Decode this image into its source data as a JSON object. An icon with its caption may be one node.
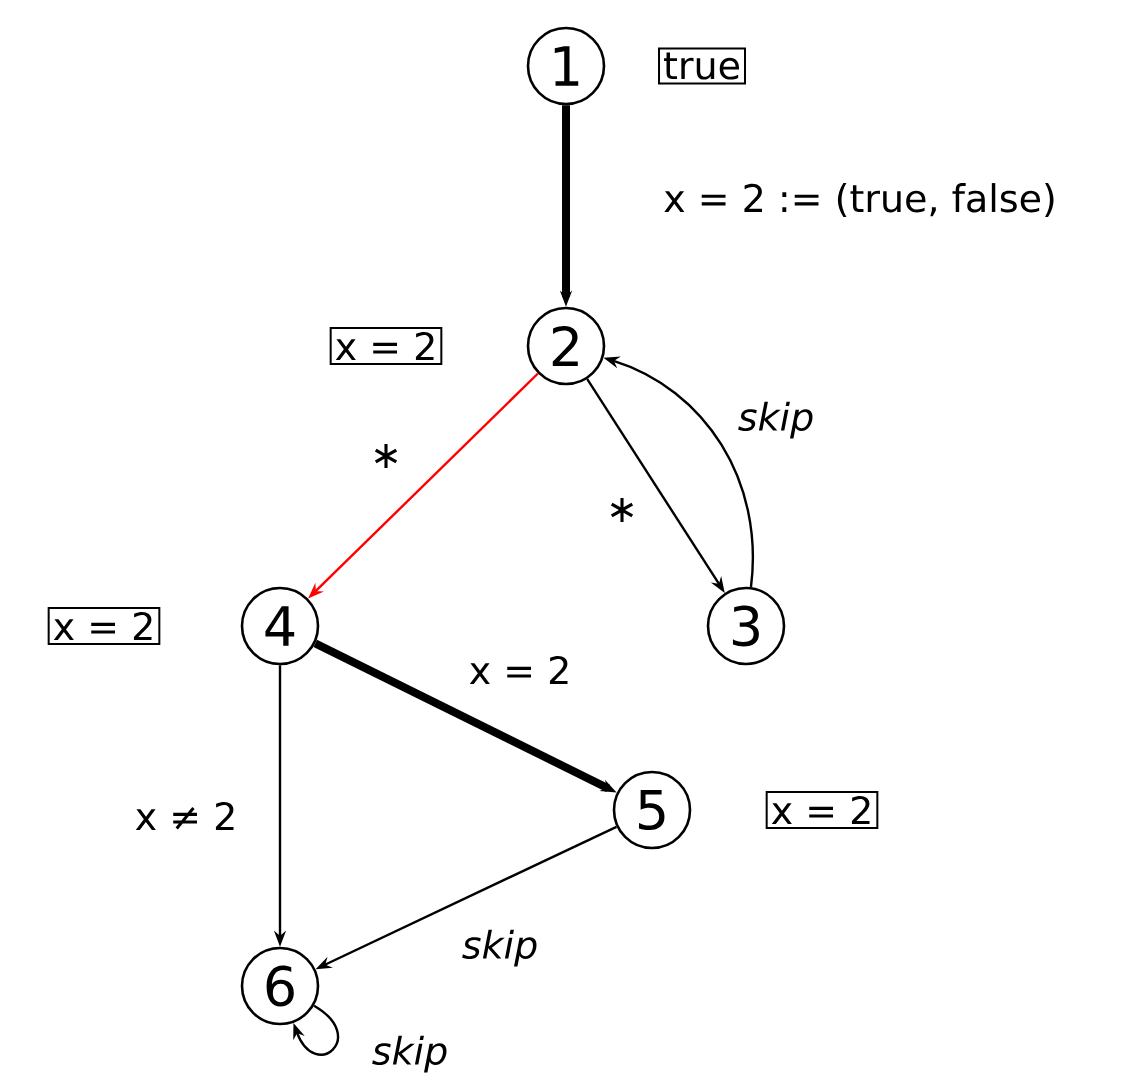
{
  "diagram": {
    "nodes": [
      {
        "text": [
          "1"
        ],
        "beside": [
          "true"
        ]
      },
      {
        "text": [
          "2"
        ],
        "beside": [
          "x = 2"
        ]
      },
      {
        "text": [
          "3"
        ]
      },
      {
        "text": [
          "4"
        ],
        "beside": [
          "x = 2"
        ]
      },
      {
        "text": [
          "5"
        ],
        "beside": [
          "x = 2"
        ]
      },
      {
        "text": [
          "6"
        ]
      }
    ],
    "edges": [
      {
        "from": 0,
        "to": 1,
        "arrow": "to",
        "label": "x = 2 := (true, false)",
        "style": "thick"
      },
      {
        "from": 1,
        "to": 3,
        "arrow": "to",
        "label": "∗",
        "color": "#ff0000"
      },
      {
        "from": 1,
        "to": 2,
        "arrow": "to",
        "label": "∗"
      },
      {
        "from": 2,
        "to": 1,
        "arrow": "to",
        "label": "skip"
      },
      {
        "from": 3,
        "to": 4,
        "arrow": "to",
        "label": "x = 2",
        "style": "thick"
      },
      {
        "from": 3,
        "to": 5,
        "arrow": "to",
        "label": "x ≠ 2"
      },
      {
        "from": 4,
        "to": 5,
        "arrow": "to",
        "label": "skip"
      },
      {
        "from": 5,
        "to": 5,
        "arrow": "to",
        "label": "skip"
      }
    ]
  }
}
